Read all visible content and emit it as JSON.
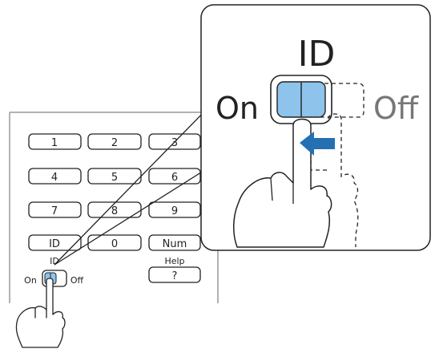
{
  "remote": {
    "keys": [
      {
        "name": "key-1",
        "label": "1"
      },
      {
        "name": "key-2",
        "label": "2"
      },
      {
        "name": "key-3",
        "label": "3"
      },
      {
        "name": "key-4",
        "label": "4"
      },
      {
        "name": "key-5",
        "label": "5"
      },
      {
        "name": "key-6",
        "label": "6"
      },
      {
        "name": "key-7",
        "label": "7"
      },
      {
        "name": "key-8",
        "label": "8"
      },
      {
        "name": "key-9",
        "label": "9"
      },
      {
        "name": "key-id",
        "label": "ID"
      },
      {
        "name": "key-0",
        "label": "0"
      },
      {
        "name": "key-num",
        "label": "Num"
      },
      {
        "name": "key-help",
        "label": "?"
      }
    ],
    "help_caption": "Help",
    "switch": {
      "title": "ID",
      "on_label": "On",
      "off_label": "Off",
      "state": "On"
    }
  },
  "zoom": {
    "title": "ID",
    "on_label": "On",
    "off_label": "Off",
    "arrow_direction": "left"
  },
  "colors": {
    "line": "#222222",
    "remote_body": "#999999",
    "switch_fill": "#8ec3ec",
    "arrow": "#2470b3",
    "off_label": "#777777"
  },
  "icons": [
    "hand-pointer-icon",
    "arrow-left-icon"
  ]
}
